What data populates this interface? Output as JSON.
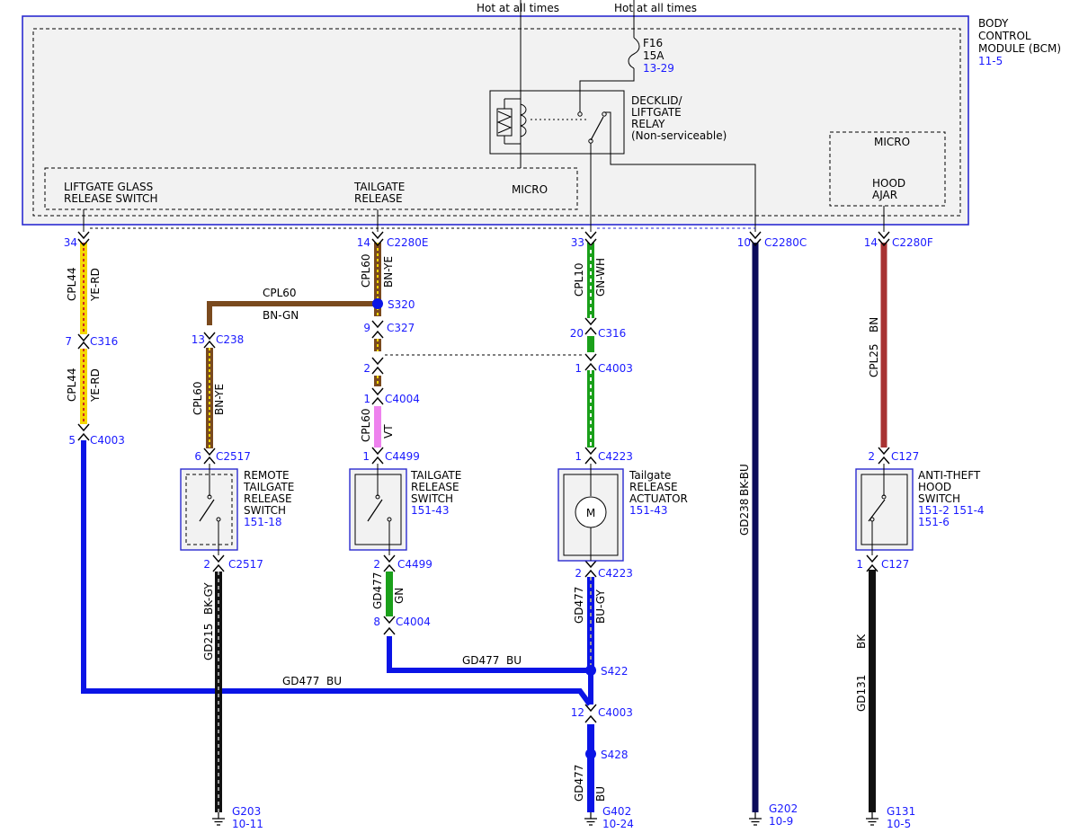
{
  "supplies": {
    "hot1": "Hot at all times",
    "hot2": "Hot at all times"
  },
  "bcm": {
    "line1": "BODY",
    "line2": "CONTROL",
    "line3": "MODULE (BCM)",
    "ref": "11-5"
  },
  "fuse": {
    "name": "F16",
    "rating": "15A",
    "ref": "13-29"
  },
  "relay": {
    "line1": "DECKLID/",
    "line2": "LIFTGATE",
    "line3": "RELAY",
    "line4": "(Non-serviceable)"
  },
  "micro_main": {
    "lg_line1": "LIFTGATE GLASS",
    "lg_line2": "RELEASE SWITCH",
    "tg_line1": "TAILGATE",
    "tg_line2": "RELEASE",
    "micro": "MICRO"
  },
  "micro_hood": {
    "title": "MICRO",
    "line1": "HOOD",
    "line2": "AJAR"
  },
  "connectors": {
    "c34": {
      "pin": "34",
      "name": ""
    },
    "c14e": {
      "pin": "14",
      "name": "C2280E"
    },
    "c33": {
      "pin": "33",
      "name": ""
    },
    "c10c": {
      "pin": "10",
      "name": "C2280C"
    },
    "c14f": {
      "pin": "14",
      "name": "C2280F"
    },
    "c7_316": {
      "pin": "7",
      "name": "C316"
    },
    "c5_4003": {
      "pin": "5",
      "name": "C4003"
    },
    "c13_238": {
      "pin": "13",
      "name": "C238"
    },
    "c6_2517": {
      "pin": "6",
      "name": "C2517"
    },
    "c2_2517": {
      "pin": "2",
      "name": "C2517"
    },
    "c9_327": {
      "pin": "9",
      "name": "C327"
    },
    "c2_mid": {
      "pin": "2",
      "name": ""
    },
    "c1_4004": {
      "pin": "1",
      "name": "C4004"
    },
    "c1_4499": {
      "pin": "1",
      "name": "C4499"
    },
    "c2_4499": {
      "pin": "2",
      "name": "C4499"
    },
    "c8_4004": {
      "pin": "8",
      "name": "C4004"
    },
    "c20_316": {
      "pin": "20",
      "name": "C316"
    },
    "c1_4003": {
      "pin": "1",
      "name": "C4003"
    },
    "c1_4223": {
      "pin": "1",
      "name": "C4223"
    },
    "c2_4223": {
      "pin": "2",
      "name": "C4223"
    },
    "c12_4003": {
      "pin": "12",
      "name": "C4003"
    },
    "c2_127": {
      "pin": "2",
      "name": "C127"
    },
    "c1_127": {
      "pin": "1",
      "name": "C127"
    }
  },
  "splices": {
    "s320": "S320",
    "s422": "S422",
    "s428": "S428"
  },
  "wires": {
    "cpl44a": {
      "circuit": "CPL44",
      "color": "YE-RD"
    },
    "cpl44b": {
      "circuit": "CPL44",
      "color": "YE-RD"
    },
    "cpl60a": {
      "circuit": "CPL60",
      "color": "BN-YE"
    },
    "cpl60h": {
      "circuit": "CPL60",
      "color": "BN-GN"
    },
    "cpl60c": {
      "circuit": "CPL60",
      "color": "BN-YE"
    },
    "cpl60d": {
      "circuit": "CPL60",
      "color": "VT"
    },
    "cpl10": {
      "circuit": "CPL10",
      "color": "GN-WH"
    },
    "cpl25": {
      "circuit": "CPL25",
      "color": "BN"
    },
    "gd238": {
      "circuit": "GD238",
      "color": "BK-BU"
    },
    "gd215": {
      "circuit": "GD215",
      "color": "BK-GY"
    },
    "gd477gn": {
      "circuit": "GD477",
      "color": "GN"
    },
    "gd477bugy": {
      "circuit": "GD477",
      "color": "BU-GY"
    },
    "gd477h1": {
      "circuit": "GD477",
      "color": "BU"
    },
    "gd477h2": {
      "circuit": "GD477",
      "color": "BU"
    },
    "gd477bu": {
      "circuit": "GD477",
      "color": "BU"
    },
    "gd131": {
      "circuit": "GD131",
      "color": "BK"
    }
  },
  "components": {
    "remote": {
      "line1": "REMOTE",
      "line2": "TAILGATE",
      "line3": "RELEASE",
      "line4": "SWITCH",
      "ref": "151-18"
    },
    "tgswitch": {
      "line1": "TAILGATE",
      "line2": "RELEASE",
      "line3": "SWITCH",
      "ref": "151-43"
    },
    "actuator": {
      "line1": "Tailgate",
      "line2": "RELEASE",
      "line3": "ACTUATOR",
      "ref": "151-43",
      "motor": "M"
    },
    "hood": {
      "line1": "ANTI-THEFT",
      "line2": "HOOD",
      "line3": "SWITCH",
      "ref1": "151-2 151-4",
      "ref2": "151-6"
    }
  },
  "grounds": {
    "g203": {
      "name": "G203",
      "ref": "10-11"
    },
    "g402": {
      "name": "G402",
      "ref": "10-24"
    },
    "g202": {
      "name": "G202",
      "ref": "10-9"
    },
    "g131": {
      "name": "G131",
      "ref": "10-5"
    }
  },
  "colors": {
    "ye": "#f5d800",
    "rd": "#d0281e",
    "bn": "#7a4a1e",
    "gn": "#1aa01a",
    "bu": "#0a14e6",
    "bk": "#111111",
    "vt": "#ee82ee",
    "navy": "#0a0a5a",
    "wh": "#ffffff",
    "gy": "#9a9a9a",
    "box_border": "#2a2ad0",
    "box_fill": "#f2f2f2"
  }
}
